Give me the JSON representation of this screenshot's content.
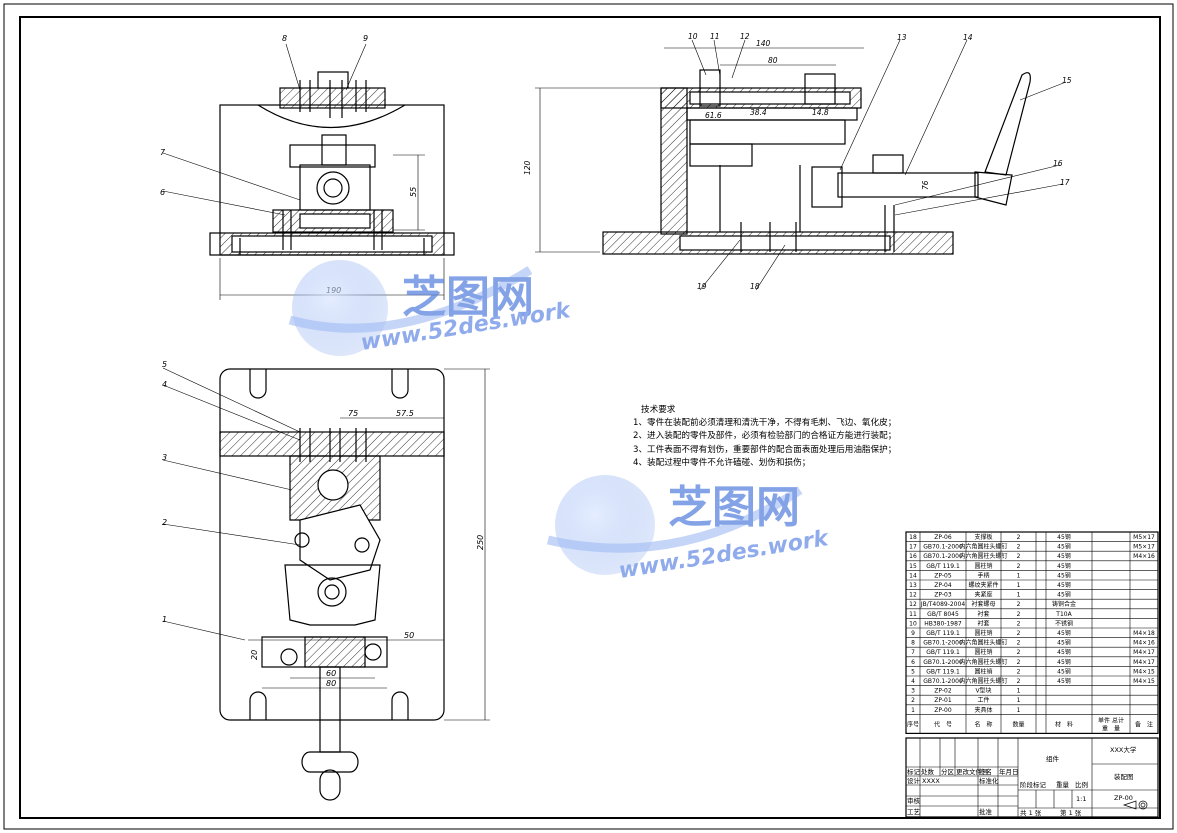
{
  "balloons": {
    "top": [
      "8",
      "9",
      "7",
      "6"
    ],
    "side": [
      "10",
      "11",
      "12",
      "13",
      "14",
      "15",
      "16",
      "17",
      "19",
      "18"
    ],
    "plan": [
      "5",
      "4",
      "3",
      "2",
      "1"
    ]
  },
  "dims": {
    "top_55": "55",
    "top_190": "190",
    "side_140": "140",
    "side_80": "80",
    "side_120": "120",
    "side_76": "76",
    "side_small_a": "14.8",
    "side_small_b": "38.4",
    "side_small_c": "61.6",
    "plan_75": "75",
    "plan_57_5": "57.5",
    "plan_250": "250",
    "plan_50": "50",
    "plan_20": "20",
    "plan_60": "60",
    "plan_80": "80"
  },
  "watermark": {
    "brand": "芝图网",
    "url": "www.52des.work",
    "brand_color": "#5b7fd4"
  },
  "tech": {
    "title": "技术要求",
    "lines": [
      "1、零件在装配前必须清理和清洗干净，不得有毛刺、飞边、氧化皮；",
      "2、进入装配的零件及部件，必须有检验部门的合格证方能进行装配；",
      "3、工件表面不得有划伤，重要部件的配合面表面处理后用油脂保护；",
      "4、装配过程中零件不允许磕碰、划伤和损伤；"
    ]
  },
  "bom": {
    "rows": [
      {
        "no": "18",
        "code": "ZP-06",
        "name": "支撑板",
        "qty": "2",
        "mat": "45钢",
        "note": "M5×17"
      },
      {
        "no": "17",
        "code": "GB70.1-2000",
        "name": "内六角圆柱头螺钉",
        "qty": "2",
        "mat": "45钢",
        "note": "M5×17"
      },
      {
        "no": "16",
        "code": "GB70.1-2000",
        "name": "内六角圆柱头螺钉",
        "qty": "2",
        "mat": "45钢",
        "note": "M4×16"
      },
      {
        "no": "15",
        "code": "GB/T 119.1",
        "name": "圆柱销",
        "qty": "2",
        "mat": "45钢",
        "note": ""
      },
      {
        "no": "14",
        "code": "ZP-05",
        "name": "手柄",
        "qty": "1",
        "mat": "45钢",
        "note": ""
      },
      {
        "no": "13",
        "code": "ZP-04",
        "name": "螺纹夹紧件",
        "qty": "1",
        "mat": "45钢",
        "note": ""
      },
      {
        "no": "12",
        "code": "ZP-03",
        "name": "夹紧座",
        "qty": "1",
        "mat": "45钢",
        "note": ""
      },
      {
        "no": "12",
        "code": "JB/T4089-2004",
        "name": "衬套螺母",
        "qty": "2",
        "mat": "铸铜合金",
        "note": ""
      },
      {
        "no": "11",
        "code": "GB/T 8045",
        "name": "衬套",
        "qty": "2",
        "mat": "T10A",
        "note": ""
      },
      {
        "no": "10",
        "code": "HB380-1987",
        "name": "衬套",
        "qty": "2",
        "mat": "不锈钢",
        "note": ""
      },
      {
        "no": "9",
        "code": "GB/T 119.1",
        "name": "圆柱销",
        "qty": "2",
        "mat": "45钢",
        "note": "M4×18"
      },
      {
        "no": "8",
        "code": "GB70.1-2000",
        "name": "内六角圆柱头螺钉",
        "qty": "2",
        "mat": "45钢",
        "note": "M4×16"
      },
      {
        "no": "7",
        "code": "GB/T 119.1",
        "name": "圆柱销",
        "qty": "2",
        "mat": "45钢",
        "note": "M4×17"
      },
      {
        "no": "6",
        "code": "GB70.1-2000",
        "name": "内六角圆柱头螺钉",
        "qty": "2",
        "mat": "45钢",
        "note": "M4×17"
      },
      {
        "no": "5",
        "code": "GB/T 119.1",
        "name": "圆柱销",
        "qty": "2",
        "mat": "45钢",
        "note": "M4×15"
      },
      {
        "no": "4",
        "code": "GB70.1-2000",
        "name": "内六角圆柱头螺钉",
        "qty": "2",
        "mat": "45钢",
        "note": "M4×15"
      },
      {
        "no": "3",
        "code": "ZP-02",
        "name": "V型块",
        "qty": "1",
        "mat": "",
        "note": ""
      },
      {
        "no": "2",
        "code": "ZP-01",
        "name": "工件",
        "qty": "1",
        "mat": "",
        "note": ""
      },
      {
        "no": "1",
        "code": "ZP-00",
        "name": "夹具体",
        "qty": "1",
        "mat": "",
        "note": ""
      }
    ],
    "header": {
      "no": "序号",
      "code": "代　号",
      "name": "名　称",
      "qty": "数量",
      "mat": "材　料",
      "unit": "单件 总计",
      "weight": "重　量",
      "note": "备　注"
    }
  },
  "title_block": {
    "assembly": "组件",
    "school": "XXX大学",
    "drawing_name": "装配图",
    "drawing_no": "ZP-00",
    "scale_label": "比例",
    "scale": "1:1",
    "stage_label": "阶段标记",
    "weight_label": "重量",
    "designer_label": "设计",
    "designer": "XXXX",
    "standard_label": "标准化",
    "review_label": "审核",
    "process_label": "工艺",
    "approve_label": "批准",
    "mark_label": "标记",
    "count_label": "处数",
    "zone_label": "分区",
    "doc_label": "更改文件号",
    "sign_label": "签名",
    "date_label": "年月日",
    "sheet_total": "共 1 张",
    "sheet_no": "第 1 张"
  },
  "colors": {
    "line": "#000000",
    "hatch": "#000000",
    "watermark": "#4f7bd8"
  }
}
